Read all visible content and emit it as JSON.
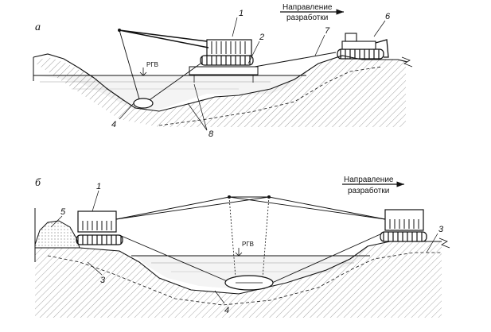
{
  "diagram_a": {
    "panel_letter": "а",
    "direction_line1": "Направление",
    "direction_line2": "разработки",
    "water_level_label": "РГВ",
    "callouts": [
      "1",
      "2",
      "4",
      "6",
      "7",
      "8"
    ]
  },
  "diagram_b": {
    "panel_letter": "б",
    "direction_line1": "Направление",
    "direction_line2": "разработки",
    "water_level_label": "РГВ",
    "callouts": [
      "1",
      "3",
      "3",
      "4",
      "5"
    ]
  }
}
